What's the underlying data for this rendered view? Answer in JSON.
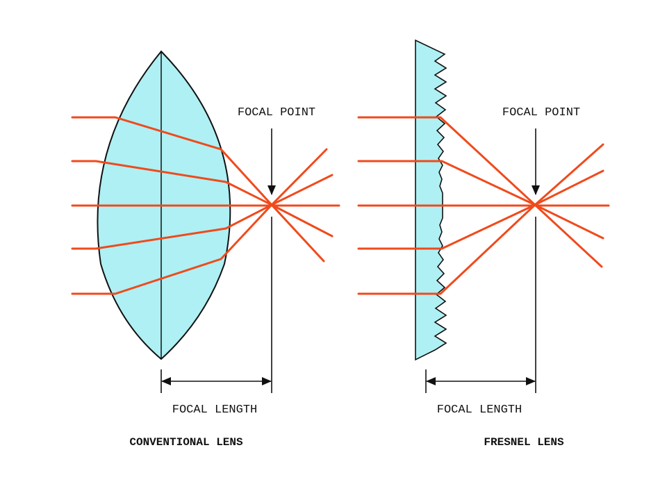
{
  "conventional": {
    "focal_point_label": "FOCAL POINT",
    "focal_length_label": "FOCAL LENGTH",
    "caption": "CONVENTIONAL LENS"
  },
  "fresnel": {
    "focal_point_label": "FOCAL POINT",
    "focal_length_label": "FOCAL LENGTH",
    "caption": "FRESNEL LENS"
  },
  "colors": {
    "lens_fill": "#aef0f4",
    "ray": "#f04a1c",
    "outline": "#111111"
  }
}
